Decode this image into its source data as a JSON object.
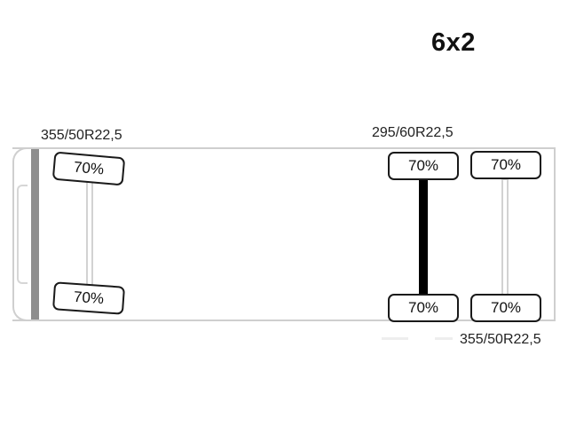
{
  "configuration": "6x2",
  "axles": [
    {
      "id": "front",
      "tyre_size": "355/50R22,5",
      "top_wheel_pressure": "70%",
      "bottom_wheel_pressure": "70%",
      "driven": false
    },
    {
      "id": "rear-drive",
      "tyre_size": "295/60R22,5",
      "top_wheel_pressure": "70%",
      "bottom_wheel_pressure": "70%",
      "driven": true
    },
    {
      "id": "rear-tag",
      "tyre_size": "355/50R22,5",
      "top_wheel_pressure": "70%",
      "bottom_wheel_pressure": "70%",
      "driven": false
    }
  ]
}
